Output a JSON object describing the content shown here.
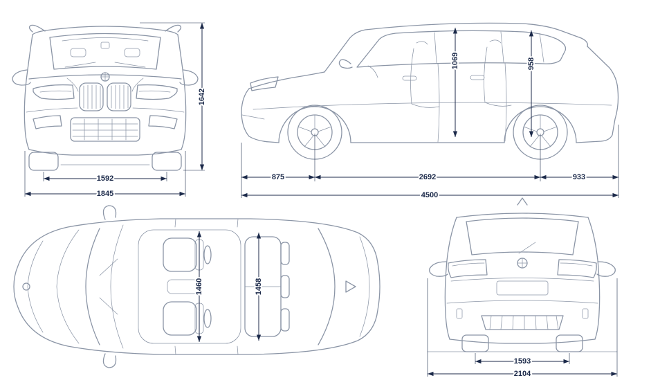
{
  "diagram": {
    "front": {
      "height": "1642",
      "track": "1592",
      "width": "1845"
    },
    "side": {
      "headroom_front": "1069",
      "headroom_rear": "958",
      "overhang_front": "875",
      "wheelbase": "2692",
      "overhang_rear": "933",
      "length": "4500"
    },
    "top": {
      "interior_front": "1460",
      "interior_rear": "1458"
    },
    "rear": {
      "track": "1593",
      "width_mirrors": "2104"
    }
  },
  "colors": {
    "background": "#ffffff",
    "line": "#8b95a6",
    "dimension": "#1c2a4a"
  },
  "icons": {
    "bmw_roundel": "circle-with-cross",
    "antenna_fin": "triangle"
  }
}
